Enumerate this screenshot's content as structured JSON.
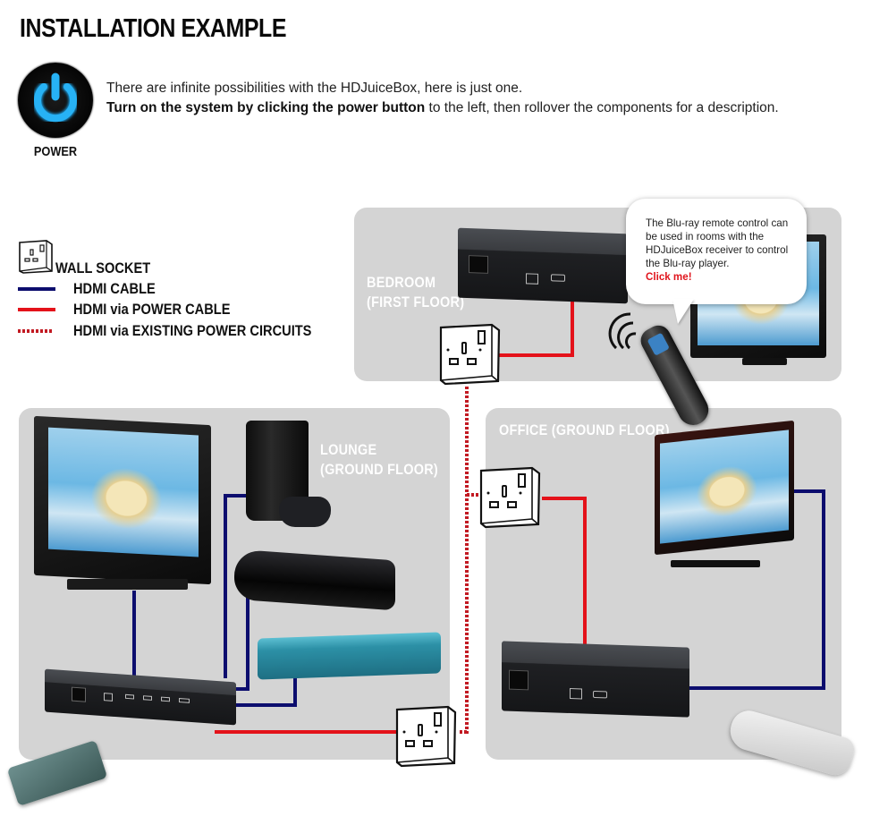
{
  "page": {
    "title": "INSTALLATION EXAMPLE",
    "power_label": "POWER",
    "intro_line1": "There are infinite possibilities with the HDJuiceBox, here is just one.",
    "intro_line2_bold": "Turn on the system by clicking the power button",
    "intro_line2_rest": " to the left, then rollover the components for a description."
  },
  "legend": [
    {
      "label": "WALL SOCKET",
      "icon": "wall-socket-icon"
    },
    {
      "label": "HDMI CABLE",
      "style": "solid",
      "color": "#0c0d6e"
    },
    {
      "label": "HDMI via POWER CABLE",
      "style": "solid",
      "color": "#e4121a"
    },
    {
      "label": "HDMI via EXISTING POWER CIRCUITS",
      "style": "dotted",
      "color": "#c21a22"
    }
  ],
  "rooms": {
    "bedroom": {
      "label": "BEDROOM\n(FIRST FLOOR)"
    },
    "lounge": {
      "label": "LOUNGE\n(GROUND FLOOR)"
    },
    "office": {
      "label": "OFFICE (GROUND FLOOR)"
    }
  },
  "tooltip": {
    "text": "The Blu-ray remote control can be used in rooms with the HDJuiceBox receiver to control the Blu-ray player.",
    "link": "Click me!"
  },
  "colors": {
    "panel": "#d4d4d4",
    "hdmi_cable": "#0c0d6e",
    "power_cable": "#e4121a",
    "power_circuit": "#c21a22",
    "power_glow": "#1ea7ef"
  }
}
